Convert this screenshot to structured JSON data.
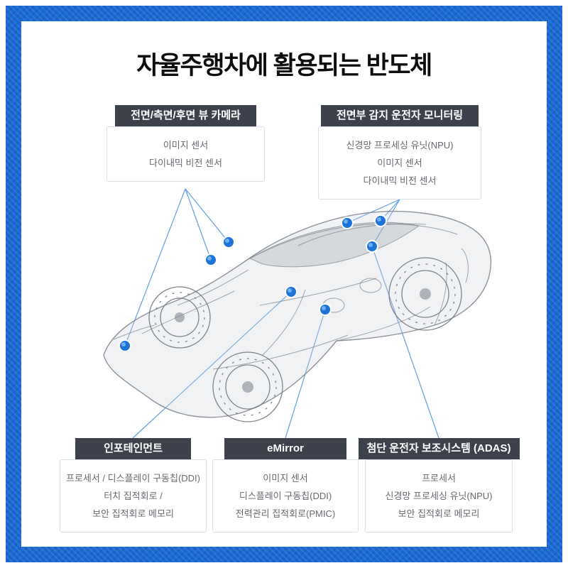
{
  "title": "자율주행차에 활용되는 반도체",
  "callouts": {
    "camera": {
      "header": "전면/측면/후면 뷰 카메라",
      "lines": [
        "이미지 센서",
        "다이내믹 비전 센서"
      ]
    },
    "monitoring": {
      "header": "전면부 감지 운전자 모니터링",
      "lines": [
        "신경망 프로세싱 유닛(NPU)",
        "이미지 센서",
        "다이내믹 비전 센서"
      ]
    },
    "infotainment": {
      "header": "인포테인먼트",
      "lines": [
        "프로세서 / 디스플레이 구동칩(DDI)",
        "터치 집적회로 /",
        "보안 집적회로 메모리"
      ]
    },
    "emirror": {
      "header": "eMirror",
      "lines": [
        "이미지 센서",
        "디스플레이 구동칩(DDI)",
        "전력관리 집적회로(PMIC)"
      ]
    },
    "adas": {
      "header": "첨단 운전자 보조시스템 (ADAS)",
      "lines": [
        "프로세서",
        "신경망 프로세싱 유닛(NPU)",
        "보안 집적회로 메모리"
      ]
    }
  },
  "colors": {
    "frame_blue": "#1a6ad4",
    "header_bg": "#3c414b",
    "sensor_dot_blue": "#1c74d9",
    "connector_blue": "#5f9fe2",
    "body_text_gray": "#666a70"
  }
}
